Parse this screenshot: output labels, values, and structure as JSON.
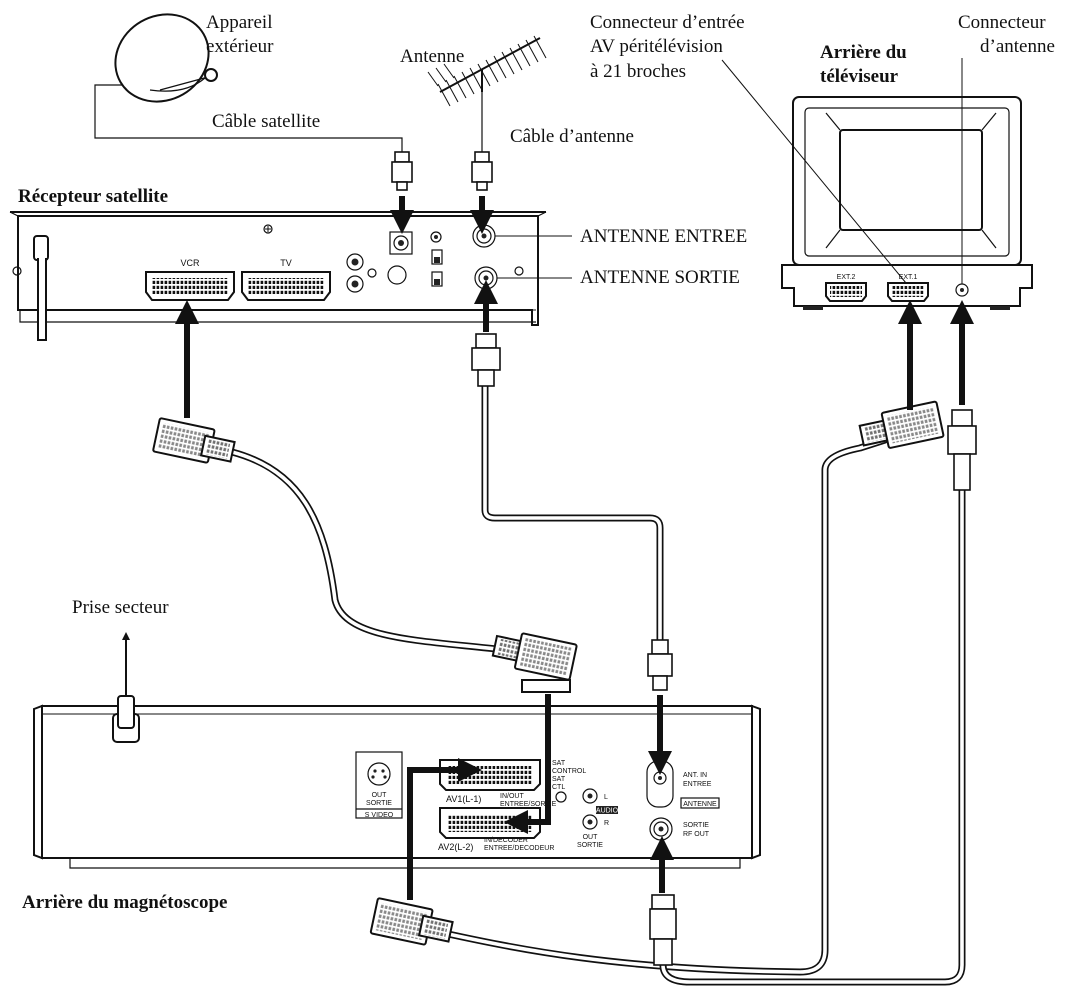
{
  "labels": {
    "outdoor_unit": [
      "Appareil",
      "extérieur"
    ],
    "antenna": "Antenne",
    "satellite_cable": "Câble satellite",
    "antenna_cable": "Câble d’antenne",
    "scart_connector": [
      "Connecteur d’entrée",
      "AV péritélévision",
      "à 21 broches"
    ],
    "tv_back": [
      "Arrière du",
      "téléviseur"
    ],
    "antenna_connector": [
      "Connecteur",
      "d’antenne"
    ],
    "satellite_receiver": "Récepteur satellite",
    "antenna_in": "ANTENNE ENTREE",
    "antenna_out": "ANTENNE SORTIE",
    "mains_outlet": "Prise secteur",
    "vcr_back": "Arrière du magnétoscope"
  },
  "receiver_panel": {
    "vcr": "VCR",
    "tv": "TV"
  },
  "tv_panel": {
    "ext2": "EXT.2",
    "ext1": "EXT.1"
  },
  "vcr_panel": {
    "svideo_out": [
      "OUT",
      "SORTIE"
    ],
    "svideo": "S VIDEO",
    "av1": "AV1(L-1)",
    "av1_sub": [
      "IN/OUT",
      "ENTREE/SORTIE"
    ],
    "av2": "AV2(L-2)",
    "av2_sub": [
      "IN/DECODER",
      "ENTREE/DECODEUR"
    ],
    "sat_control": [
      "SAT",
      "CONTROL",
      "SAT",
      "CTL"
    ],
    "audio_l": "L",
    "audio_r": "R",
    "audio_badge": "AUDIO",
    "audio_out": [
      "OUT",
      "SORTIE"
    ],
    "ant_in": [
      "ANT. IN",
      "ENTREE"
    ],
    "antenne": "ANTENNE",
    "rf_out": [
      "SORTIE",
      "RF OUT"
    ]
  }
}
